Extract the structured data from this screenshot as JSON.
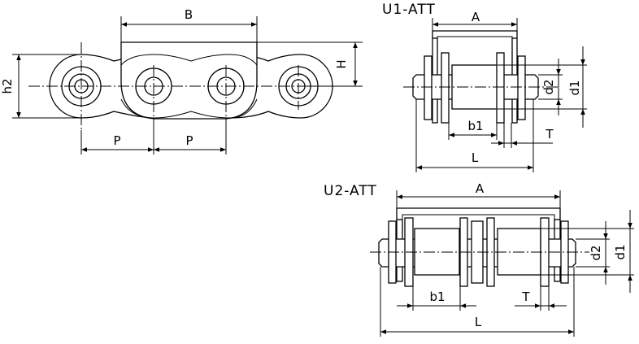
{
  "side_view": {
    "labels": {
      "B": "B",
      "H": "H",
      "h2": "h2",
      "P1": "P",
      "P2": "P"
    }
  },
  "u1": {
    "title": "U1-ATT",
    "labels": {
      "A": "A",
      "d1": "d1",
      "d2": "d2",
      "b1": "b1",
      "T": "T",
      "L": "L"
    }
  },
  "u2": {
    "title": "U2-ATT",
    "labels": {
      "A": "A",
      "d1": "d1",
      "d2": "d2",
      "b1": "b1",
      "T": "T",
      "L": "L"
    }
  }
}
